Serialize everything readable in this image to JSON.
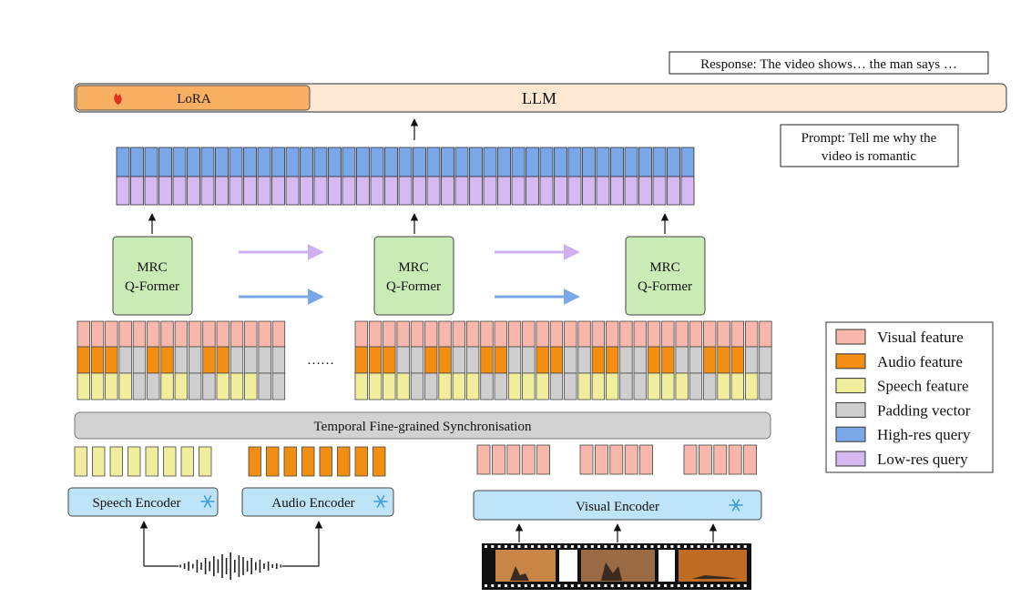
{
  "response_box": {
    "text": "Response: The video shows… the man says …"
  },
  "llm": {
    "label": "LLM",
    "lora_label": "LoRA"
  },
  "prompt_box": {
    "line1": "Prompt: Tell me why the",
    "line2": "video is romantic"
  },
  "qformer": {
    "line1": "MRC",
    "line2": "Q-Former"
  },
  "ellipsis": "……",
  "sync_bar": {
    "label": "Temporal Fine-grained Synchronisation"
  },
  "encoders": {
    "speech": "Speech Encoder",
    "audio": "Audio Encoder",
    "visual": "Visual Encoder"
  },
  "legend": {
    "items": [
      {
        "label": "Visual feature",
        "color": "#f7b7aa"
      },
      {
        "label": "Audio feature",
        "color": "#f28e12"
      },
      {
        "label": "Speech feature",
        "color": "#f0ee9c"
      },
      {
        "label": "Padding vector",
        "color": "#cfcfcf"
      },
      {
        "label": "High-res query",
        "color": "#7aa7e8"
      },
      {
        "label": "Low-res query",
        "color": "#d6b8f2"
      }
    ]
  },
  "icons": {
    "lora": "flame-icon",
    "frozen": "snowflake-icon",
    "waveform": "waveform-icon",
    "video": "film-strip-icon"
  }
}
